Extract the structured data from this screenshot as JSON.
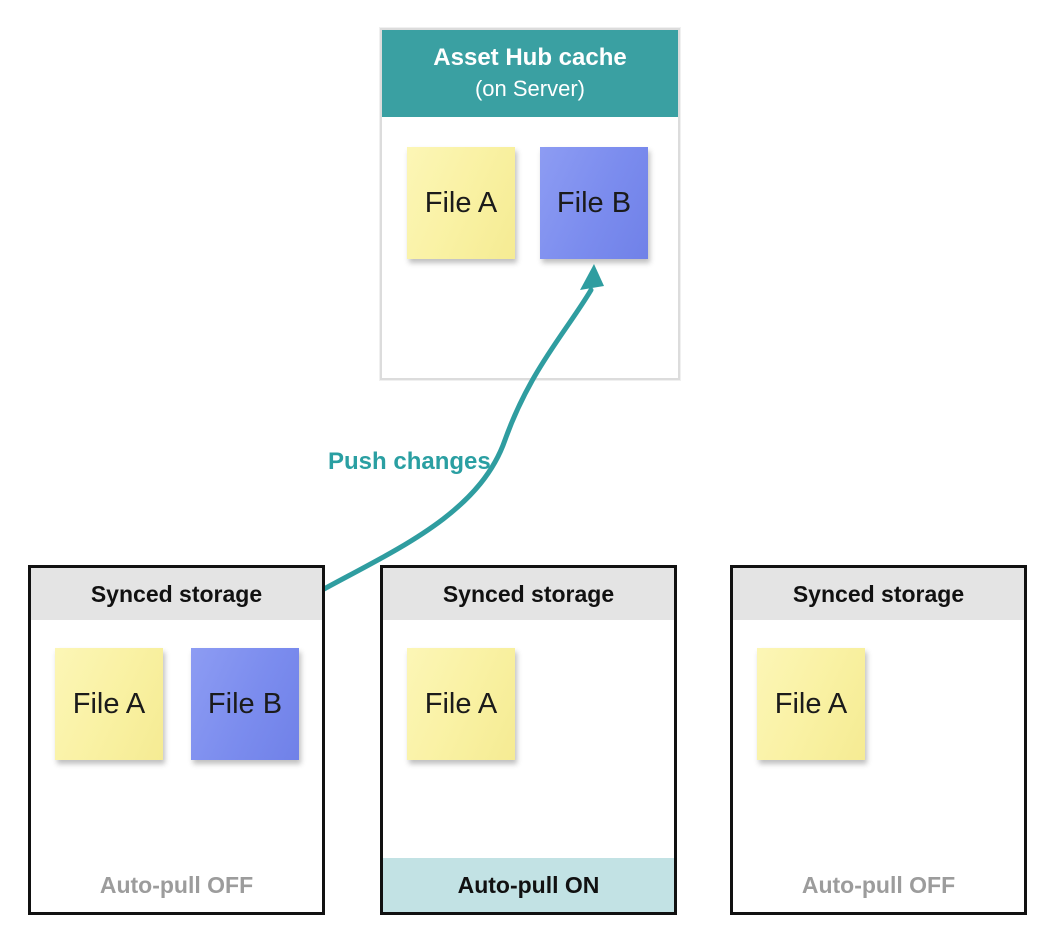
{
  "colors": {
    "teal_header": "#3aa0a2",
    "teal_arrow": "#2f9da0",
    "yellow_note": "#f9f1a2",
    "blue_note": "#7b8cee",
    "storage_header_gray": "#e4e4e4",
    "status_off_gray": "#9c9c9c",
    "status_on_band": "#c2e2e4",
    "box_border_black": "#111111"
  },
  "hub": {
    "title": "Asset Hub cache",
    "subtitle": "(on Server)",
    "files": [
      {
        "label": "File A",
        "color": "yellow"
      },
      {
        "label": "File B",
        "color": "blue"
      }
    ]
  },
  "arrow": {
    "label": "Push changes"
  },
  "storages": [
    {
      "title": "Synced storage",
      "files": [
        {
          "label": "File A",
          "color": "yellow"
        },
        {
          "label": "File B",
          "color": "blue"
        }
      ],
      "status": "Auto-pull OFF",
      "status_on": false
    },
    {
      "title": "Synced storage",
      "files": [
        {
          "label": "File A",
          "color": "yellow"
        }
      ],
      "status": "Auto-pull ON",
      "status_on": true
    },
    {
      "title": "Synced storage",
      "files": [
        {
          "label": "File A",
          "color": "yellow"
        }
      ],
      "status": "Auto-pull OFF",
      "status_on": false
    }
  ]
}
